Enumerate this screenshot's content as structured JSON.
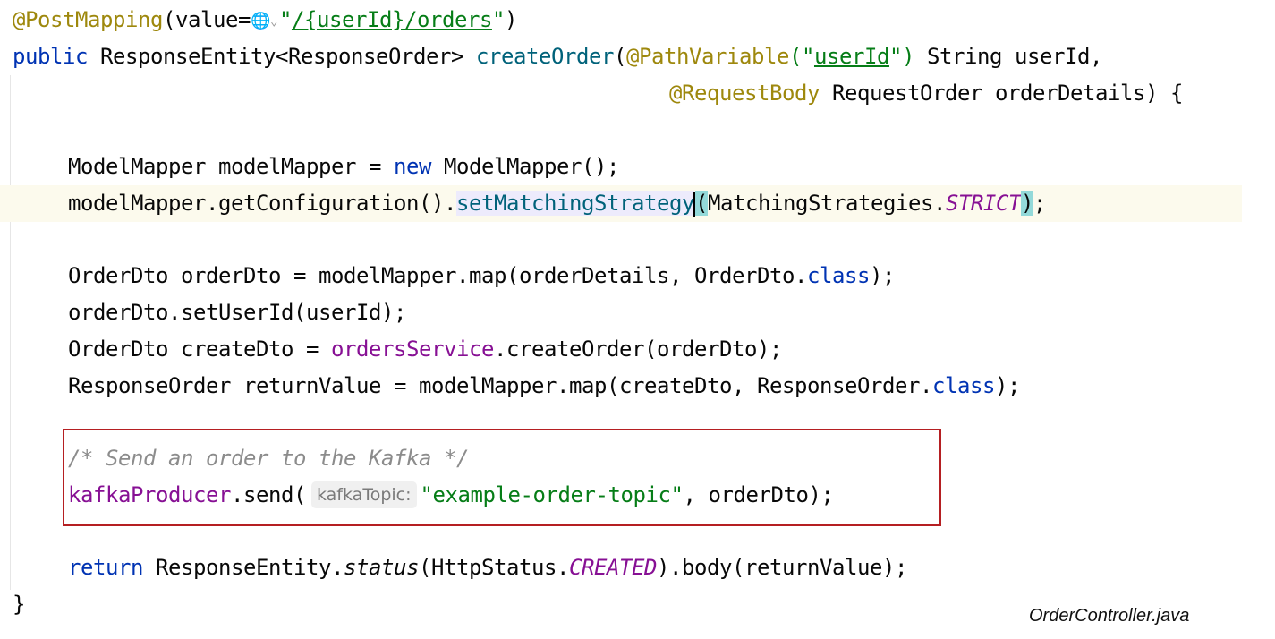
{
  "file_name": "OrderController.java",
  "code": {
    "line1": {
      "annotation": "@PostMapping",
      "open": "(value=",
      "globe_icon": "globe-icon",
      "chevron_icon": "chevron-down-icon",
      "q1": "\"",
      "url": "/{userId}/orders",
      "q2": "\"",
      "close": ")"
    },
    "line2": {
      "kw_public": "public",
      "type": " ResponseEntity<ResponseOrder> ",
      "method": "createOrder",
      "paren": "(",
      "annotation": "@PathVariable",
      "q_open": "(\"",
      "param_name": "userId",
      "q_close": "\")",
      "rest": " String userId,"
    },
    "line3": {
      "annotation": "@RequestBody",
      "rest": " RequestOrder orderDetails) {"
    },
    "line4": {
      "start": "ModelMapper modelMapper = ",
      "kw_new": "new",
      "end": " ModelMapper();"
    },
    "line5": {
      "start": "modelMapper.getConfiguration().",
      "method": "setMatchingStrategy",
      "paren_open": "(",
      "mid": "MatchingStrategies.",
      "constant": "STRICT",
      "paren_close": ")",
      "end": ";"
    },
    "line6": {
      "start": "OrderDto orderDto = modelMapper.map(orderDetails, OrderDto.",
      "kw_class": "class",
      "end": ");"
    },
    "line7": {
      "text": "orderDto.setUserId(userId);"
    },
    "line8": {
      "start": "OrderDto createDto = ",
      "field": "ordersService",
      "end": ".createOrder(orderDto);"
    },
    "line9": {
      "start": "ResponseOrder returnValue = modelMapper.map(createDto, ResponseOrder.",
      "kw_class": "class",
      "end": ");"
    },
    "line10": {
      "comment": "/* Send an order to the Kafka */"
    },
    "line11": {
      "field": "kafkaProducer",
      "call": ".send(",
      "hint": "kafkaTopic:",
      "string": "\"example-order-topic\"",
      "end": ", orderDto);"
    },
    "line12": {
      "kw_return": "return",
      "start": " ResponseEntity.",
      "static_method": "status",
      "mid": "(HttpStatus.",
      "constant": "CREATED",
      "end": ").body(returnValue);"
    },
    "line13": {
      "text": "}"
    }
  }
}
